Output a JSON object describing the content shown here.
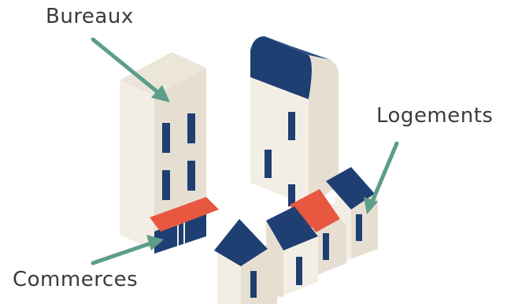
{
  "labels": {
    "offices": "Bureaux",
    "housing": "Logements",
    "shops": "Commerces"
  },
  "colors": {
    "arrow": "#5c9e8a",
    "roof_navy": "#1f3f73",
    "awning": "#e8573f",
    "wall_light": "#f3eee5",
    "wall_shade": "#e6dfd1",
    "window": "#1f3f73",
    "text": "#3b3b3b"
  }
}
